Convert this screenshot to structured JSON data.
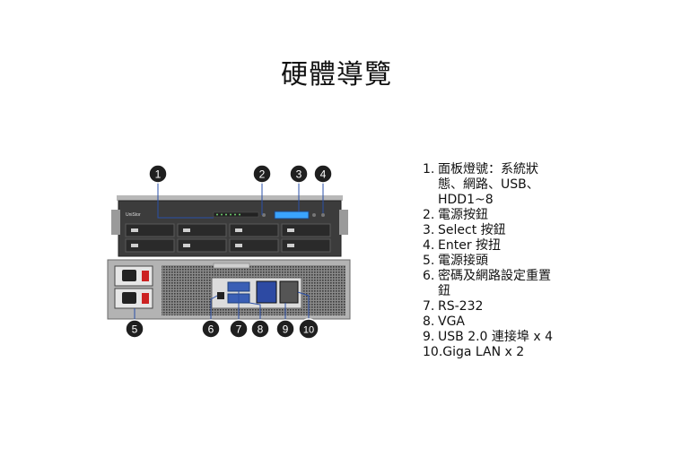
{
  "title": "硬體導覽",
  "brand": "UniStor",
  "callouts": [
    "1",
    "2",
    "3",
    "4",
    "5",
    "6",
    "7",
    "8",
    "9",
    "10"
  ],
  "legend": [
    {
      "num": "1.",
      "text": "面板燈號：系統狀態、網路、USB、HDD1~8"
    },
    {
      "num": "2.",
      "text": "電源按鈕"
    },
    {
      "num": "3.",
      "text": "Select 按鈕"
    },
    {
      "num": "4.",
      "text": "Enter 按扭"
    },
    {
      "num": "5.",
      "text": "電源接頭"
    },
    {
      "num": "6.",
      "text": "密碼及網路設定重置鈕"
    },
    {
      "num": "7.",
      "text": "RS-232"
    },
    {
      "num": "8.",
      "text": "VGA"
    },
    {
      "num": "9.",
      "text": "USB 2.0 連接埠 x 4"
    },
    {
      "num": "10.",
      "text": "Giga LAN x 2"
    }
  ],
  "colors": {
    "callout_fill": "#1f1f1f",
    "callout_ring": "#ffffff",
    "leader_line": "#2a4fa8"
  }
}
